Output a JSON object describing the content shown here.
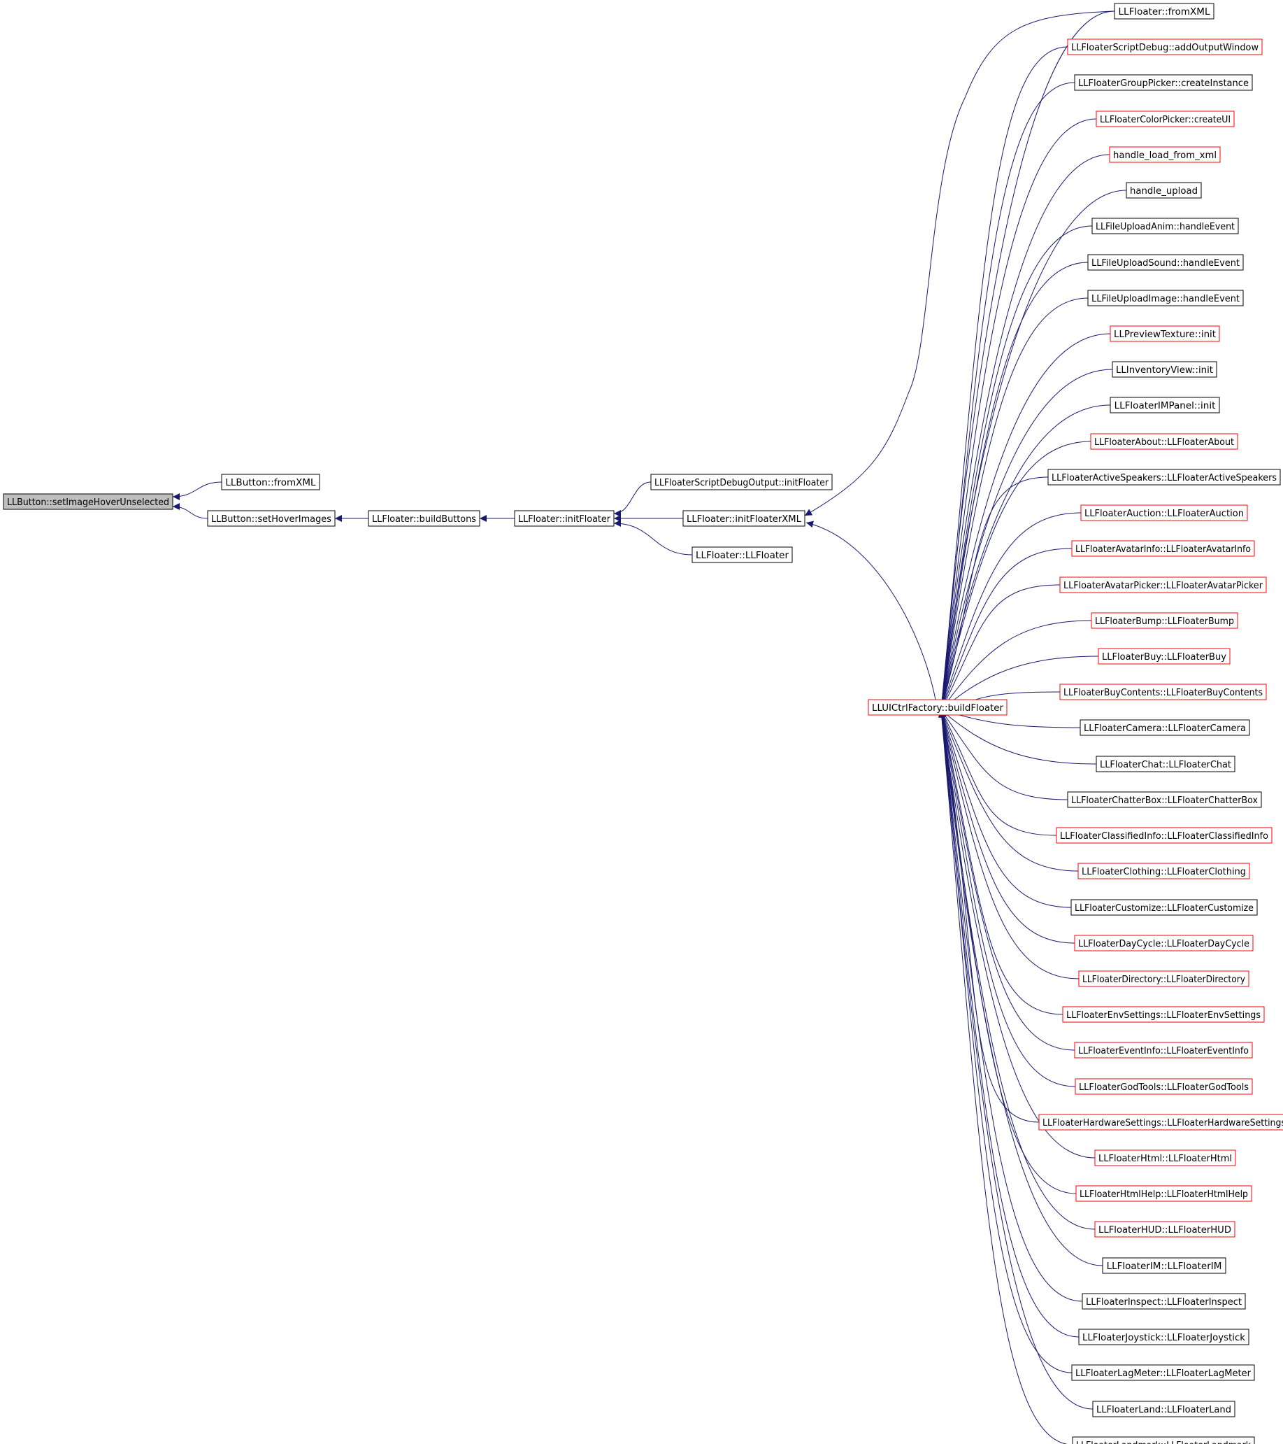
{
  "graph": {
    "colors": {
      "edge": "#191970",
      "node_border_default": "#000000",
      "node_border_undocumented": "#ff0000",
      "node_fill_focus": "#bfbfbf",
      "node_fill": "#ffffff"
    },
    "nodes": [
      {
        "id": "n0",
        "label": "LLButton::setImageHoverUnselected",
        "style": "focus"
      },
      {
        "id": "n1",
        "label": "LLButton::fromXML",
        "style": "normal"
      },
      {
        "id": "n2",
        "label": "LLButton::setHoverImages",
        "style": "normal"
      },
      {
        "id": "n3",
        "label": "LLFloater::buildButtons",
        "style": "normal"
      },
      {
        "id": "n4",
        "label": "LLFloater::initFloater",
        "style": "normal"
      },
      {
        "id": "n5",
        "label": "LLFloaterScriptDebugOutput::initFloater",
        "style": "normal"
      },
      {
        "id": "n6",
        "label": "LLFloater::initFloaterXML",
        "style": "normal"
      },
      {
        "id": "n7",
        "label": "LLFloater::LLFloater",
        "style": "normal"
      },
      {
        "id": "n8",
        "label": "LLUICtrlFactory::buildFloater",
        "style": "red"
      },
      {
        "id": "r0",
        "label": "LLFloater::fromXML",
        "style": "normal"
      },
      {
        "id": "r1",
        "label": "LLFloaterScriptDebug::addOutputWindow",
        "style": "red"
      },
      {
        "id": "r2",
        "label": "LLFloaterGroupPicker::createInstance",
        "style": "normal"
      },
      {
        "id": "r3",
        "label": "LLFloaterColorPicker::createUI",
        "style": "red"
      },
      {
        "id": "r4",
        "label": "handle_load_from_xml",
        "style": "red"
      },
      {
        "id": "r5",
        "label": "handle_upload",
        "style": "normal"
      },
      {
        "id": "r6",
        "label": "LLFileUploadAnim::handleEvent",
        "style": "normal"
      },
      {
        "id": "r7",
        "label": "LLFileUploadSound::handleEvent",
        "style": "normal"
      },
      {
        "id": "r8",
        "label": "LLFileUploadImage::handleEvent",
        "style": "normal"
      },
      {
        "id": "r9",
        "label": "LLPreviewTexture::init",
        "style": "red"
      },
      {
        "id": "r10",
        "label": "LLInventoryView::init",
        "style": "normal"
      },
      {
        "id": "r11",
        "label": "LLFloaterIMPanel::init",
        "style": "normal"
      },
      {
        "id": "r12",
        "label": "LLFloaterAbout::LLFloaterAbout",
        "style": "red"
      },
      {
        "id": "r13",
        "label": "LLFloaterActiveSpeakers::LLFloaterActiveSpeakers",
        "style": "normal"
      },
      {
        "id": "r14",
        "label": "LLFloaterAuction::LLFloaterAuction",
        "style": "red"
      },
      {
        "id": "r15",
        "label": "LLFloaterAvatarInfo::LLFloaterAvatarInfo",
        "style": "red"
      },
      {
        "id": "r16",
        "label": "LLFloaterAvatarPicker::LLFloaterAvatarPicker",
        "style": "red"
      },
      {
        "id": "r17",
        "label": "LLFloaterBump::LLFloaterBump",
        "style": "red"
      },
      {
        "id": "r18",
        "label": "LLFloaterBuy::LLFloaterBuy",
        "style": "red"
      },
      {
        "id": "r19",
        "label": "LLFloaterBuyContents::LLFloaterBuyContents",
        "style": "red"
      },
      {
        "id": "r20",
        "label": "LLFloaterCamera::LLFloaterCamera",
        "style": "normal"
      },
      {
        "id": "r21",
        "label": "LLFloaterChat::LLFloaterChat",
        "style": "normal"
      },
      {
        "id": "r22",
        "label": "LLFloaterChatterBox::LLFloaterChatterBox",
        "style": "normal"
      },
      {
        "id": "r23",
        "label": "LLFloaterClassifiedInfo::LLFloaterClassifiedInfo",
        "style": "red"
      },
      {
        "id": "r24",
        "label": "LLFloaterClothing::LLFloaterClothing",
        "style": "red"
      },
      {
        "id": "r25",
        "label": "LLFloaterCustomize::LLFloaterCustomize",
        "style": "normal"
      },
      {
        "id": "r26",
        "label": "LLFloaterDayCycle::LLFloaterDayCycle",
        "style": "red"
      },
      {
        "id": "r27",
        "label": "LLFloaterDirectory::LLFloaterDirectory",
        "style": "red"
      },
      {
        "id": "r28",
        "label": "LLFloaterEnvSettings::LLFloaterEnvSettings",
        "style": "red"
      },
      {
        "id": "r29",
        "label": "LLFloaterEventInfo::LLFloaterEventInfo",
        "style": "red"
      },
      {
        "id": "r30",
        "label": "LLFloaterGodTools::LLFloaterGodTools",
        "style": "red"
      },
      {
        "id": "r31",
        "label": "LLFloaterHardwareSettings::LLFloaterHardwareSettings",
        "style": "red"
      },
      {
        "id": "r32",
        "label": "LLFloaterHtml::LLFloaterHtml",
        "style": "red"
      },
      {
        "id": "r33",
        "label": "LLFloaterHtmlHelp::LLFloaterHtmlHelp",
        "style": "red"
      },
      {
        "id": "r34",
        "label": "LLFloaterHUD::LLFloaterHUD",
        "style": "red"
      },
      {
        "id": "r35",
        "label": "LLFloaterIM::LLFloaterIM",
        "style": "normal"
      },
      {
        "id": "r36",
        "label": "LLFloaterInspect::LLFloaterInspect",
        "style": "normal"
      },
      {
        "id": "r37",
        "label": "LLFloaterJoystick::LLFloaterJoystick",
        "style": "normal"
      },
      {
        "id": "r38",
        "label": "LLFloaterLagMeter::LLFloaterLagMeter",
        "style": "normal"
      },
      {
        "id": "r39",
        "label": "LLFloaterLand::LLFloaterLand",
        "style": "normal"
      },
      {
        "id": "r40",
        "label": "LLFloaterLandmark::LLFloaterLandmark",
        "style": "normal"
      }
    ],
    "edges": [
      {
        "from": "n1",
        "to": "n0"
      },
      {
        "from": "n2",
        "to": "n0"
      },
      {
        "from": "n3",
        "to": "n2"
      },
      {
        "from": "n4",
        "to": "n3"
      },
      {
        "from": "n5",
        "to": "n4"
      },
      {
        "from": "n6",
        "to": "n4"
      },
      {
        "from": "n7",
        "to": "n4"
      },
      {
        "from": "r0",
        "to": "n6"
      },
      {
        "from": "n8",
        "to": "n6"
      },
      {
        "from": "r0",
        "to": "n8"
      },
      {
        "from": "r1",
        "to": "n8"
      },
      {
        "from": "r2",
        "to": "n8"
      },
      {
        "from": "r3",
        "to": "n8"
      },
      {
        "from": "r4",
        "to": "n8"
      },
      {
        "from": "r5",
        "to": "n8"
      },
      {
        "from": "r6",
        "to": "n8"
      },
      {
        "from": "r7",
        "to": "n8"
      },
      {
        "from": "r8",
        "to": "n8"
      },
      {
        "from": "r9",
        "to": "n8"
      },
      {
        "from": "r10",
        "to": "n8"
      },
      {
        "from": "r11",
        "to": "n8"
      },
      {
        "from": "r12",
        "to": "n8"
      },
      {
        "from": "r13",
        "to": "n8"
      },
      {
        "from": "r14",
        "to": "n8"
      },
      {
        "from": "r15",
        "to": "n8"
      },
      {
        "from": "r16",
        "to": "n8"
      },
      {
        "from": "r17",
        "to": "n8"
      },
      {
        "from": "r18",
        "to": "n8"
      },
      {
        "from": "r19",
        "to": "n8"
      },
      {
        "from": "r20",
        "to": "n8"
      },
      {
        "from": "r21",
        "to": "n8"
      },
      {
        "from": "r22",
        "to": "n8"
      },
      {
        "from": "r23",
        "to": "n8"
      },
      {
        "from": "r24",
        "to": "n8"
      },
      {
        "from": "r25",
        "to": "n8"
      },
      {
        "from": "r26",
        "to": "n8"
      },
      {
        "from": "r27",
        "to": "n8"
      },
      {
        "from": "r28",
        "to": "n8"
      },
      {
        "from": "r29",
        "to": "n8"
      },
      {
        "from": "r30",
        "to": "n8"
      },
      {
        "from": "r31",
        "to": "n8"
      },
      {
        "from": "r32",
        "to": "n8"
      },
      {
        "from": "r33",
        "to": "n8"
      },
      {
        "from": "r34",
        "to": "n8"
      },
      {
        "from": "r35",
        "to": "n8"
      },
      {
        "from": "r36",
        "to": "n8"
      },
      {
        "from": "r37",
        "to": "n8"
      },
      {
        "from": "r38",
        "to": "n8"
      },
      {
        "from": "r39",
        "to": "n8"
      },
      {
        "from": "r40",
        "to": "n8"
      }
    ]
  }
}
